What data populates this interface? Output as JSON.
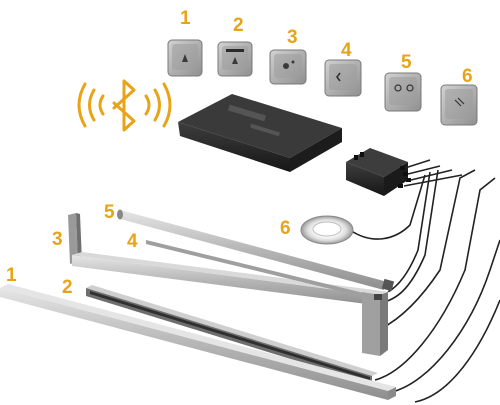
{
  "colors": {
    "accent": "#e8a317",
    "device_dark": "#2b2b2b",
    "metal": "#b9b9b9",
    "wire": "#222222"
  },
  "switch_numbers": [
    "1",
    "2",
    "3",
    "4",
    "5",
    "6"
  ],
  "component_numbers": {
    "profile_1": "1",
    "profile_2": "2",
    "profile_3": "3",
    "light_bar_4": "4",
    "light_bar_5": "5",
    "round_light_6": "6"
  },
  "icons": {
    "wireless": "bluetooth-icon",
    "switch_symbols": [
      "touch-icon",
      "touch-icon",
      "dimmer-icon",
      "door-sensor-icon",
      "motion-sensor-icon",
      "sensor-icon"
    ]
  }
}
